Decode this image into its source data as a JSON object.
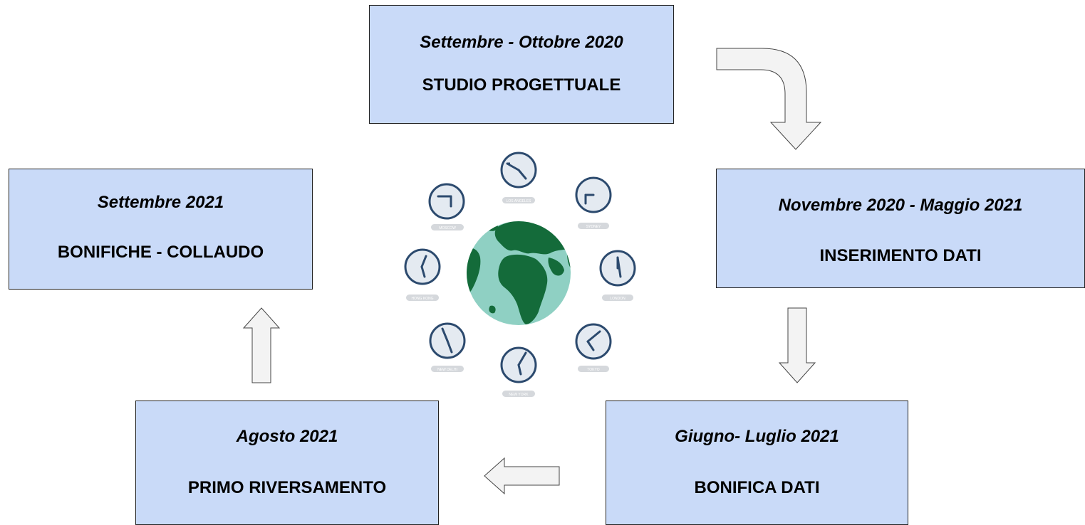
{
  "phases": {
    "studio": {
      "date": "Settembre - Ottobre 2020",
      "title": "STUDIO PROGETTUALE"
    },
    "inserimento": {
      "date": "Novembre 2020 - Maggio 2021",
      "title": "INSERIMENTO DATI"
    },
    "bonifica": {
      "date": "Giugno- Luglio 2021",
      "title": "BONIFICA DATI"
    },
    "riversamento": {
      "date": "Agosto 2021",
      "title": "PRIMO RIVERSAMENTO"
    },
    "collaudo": {
      "date": "Settembre 2021",
      "title": "BONIFICHE - COLLAUDO"
    }
  },
  "clocks": [
    {
      "city": "LOS ANGELES"
    },
    {
      "city": "SYDNEY"
    },
    {
      "city": "LONDON"
    },
    {
      "city": "TOKYO"
    },
    {
      "city": "NEW YORK"
    },
    {
      "city": "NEW DELHI"
    },
    {
      "city": "HONG KONG"
    },
    {
      "city": "MOSCOW"
    }
  ],
  "colors": {
    "box_fill": "#c9daf8",
    "arrow_fill": "#f3f3f3",
    "ocean": "#8fd0c3",
    "land": "#146b3a",
    "clock_ring": "#2c4a6e"
  }
}
